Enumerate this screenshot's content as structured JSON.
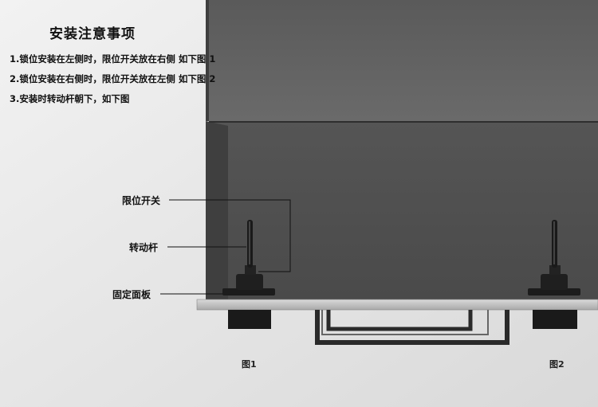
{
  "title": "安装注意事项",
  "notes": [
    "1.锁位安装在左侧时，限位开关放在右侧 如下图 1",
    "2.锁位安装在右侧时，限位开关放在左侧 如下图 2",
    "3.安装时转动杆朝下，如下图"
  ],
  "labels": {
    "limit_switch": "限位开关",
    "lever": "转动杆",
    "panel": "固定面板"
  },
  "captions": [
    "图1",
    "图2"
  ]
}
